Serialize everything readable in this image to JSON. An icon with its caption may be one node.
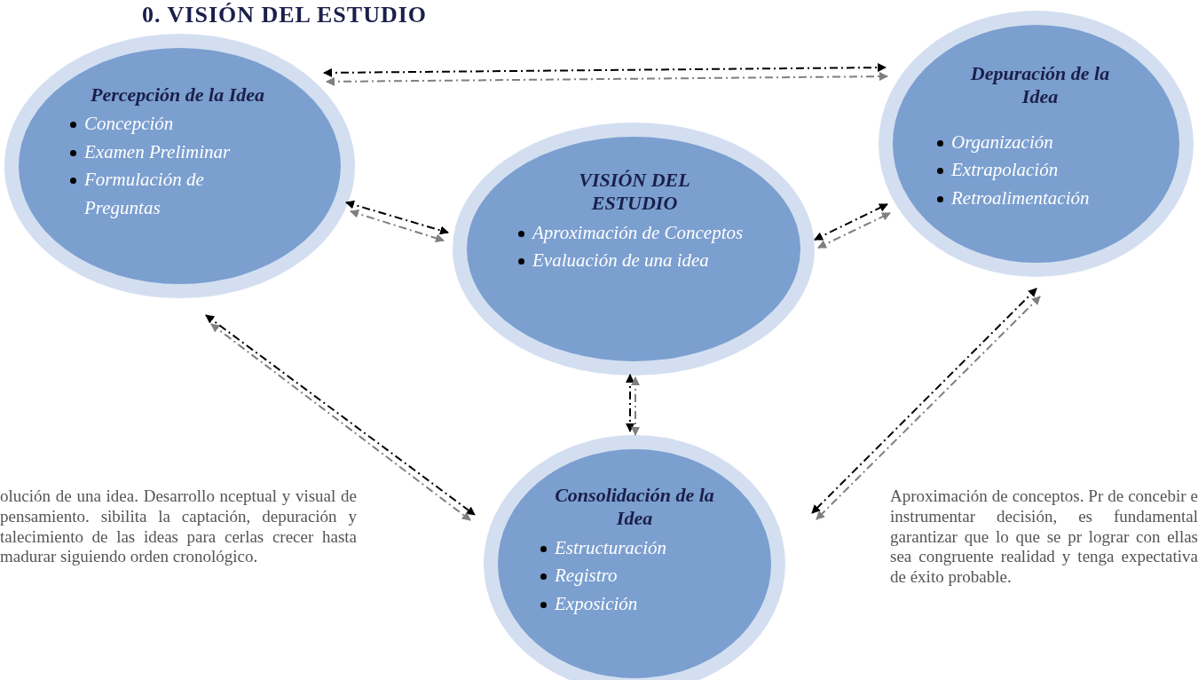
{
  "diagram": {
    "title": "0. VISIÓN DEL ESTUDIO",
    "nodes": [
      {
        "text": [
          "Percepción de la Idea",
          "Concepción",
          "Examen Preliminar",
          "Formulación de Preguntas"
        ]
      },
      {
        "text": [
          "VISIÓN DEL ESTUDIO",
          "Aproximación de Conceptos",
          "Evaluación de una idea"
        ]
      },
      {
        "text": [
          "Depuración de la Idea",
          "Organización",
          "Extrapolación",
          "Retroalimentación"
        ]
      },
      {
        "text": [
          "Consolidación de la Idea",
          "Estructuración",
          "Registro",
          "Exposición"
        ]
      }
    ],
    "edges": [
      {
        "from": 0,
        "to": 2,
        "arrow": "both",
        "style": "dashed"
      },
      {
        "from": 0,
        "to": 2,
        "arrow": "both",
        "style": "dashed",
        "color": "#7f7f7f"
      },
      {
        "from": 0,
        "to": 1,
        "arrow": "both",
        "style": "dashed"
      },
      {
        "from": 0,
        "to": 1,
        "arrow": "both",
        "style": "dashed",
        "color": "#7f7f7f"
      },
      {
        "from": 1,
        "to": 2,
        "arrow": "both",
        "style": "dashed"
      },
      {
        "from": 1,
        "to": 2,
        "arrow": "both",
        "style": "dashed",
        "color": "#7f7f7f"
      },
      {
        "from": 0,
        "to": 3,
        "arrow": "both",
        "style": "dashed"
      },
      {
        "from": 0,
        "to": 3,
        "arrow": "both",
        "style": "dashed",
        "color": "#7f7f7f"
      },
      {
        "from": 1,
        "to": 3,
        "arrow": "both",
        "style": "dashed"
      },
      {
        "from": 1,
        "to": 3,
        "arrow": "both",
        "style": "dashed",
        "color": "#7f7f7f"
      },
      {
        "from": 2,
        "to": 3,
        "arrow": "both",
        "style": "dashed"
      },
      {
        "from": 2,
        "to": 3,
        "arrow": "both",
        "style": "dashed",
        "color": "#7f7f7f"
      }
    ],
    "labels": [
      "olución de una idea. Desarrollo nceptual y visual de pensamiento. sibilita la captación, depuración y talecimiento de las ideas para cerlas crecer hasta madurar siguiendo orden cronológico.",
      "Aproximación de conceptos. Pr de concebir e instrumentar decisión, es fundamental garantizar que lo que se pr lograr con ellas sea congruente realidad y tenga expectativa de éxito probable."
    ]
  }
}
